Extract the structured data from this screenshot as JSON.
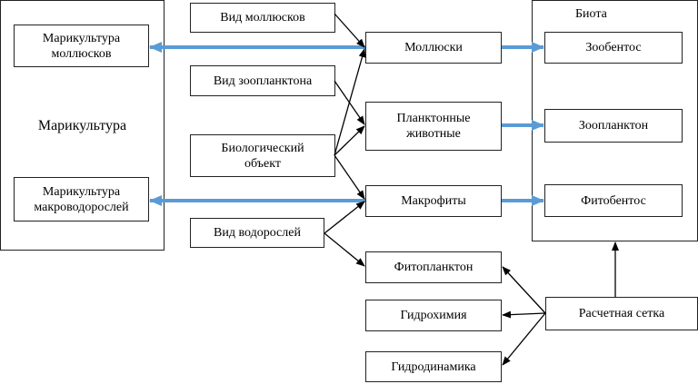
{
  "mariculture": {
    "title": "Марикультура",
    "mollusks": "Марикультура моллюсков",
    "seaweed": "Марикультура макроводорослей"
  },
  "inputs": {
    "mollusk_species": "Вид моллюсков",
    "zooplankton_species": "Вид зоопланктона",
    "biological_object": "Биологический объект",
    "algae_species": "Вид водорослей"
  },
  "models": {
    "mollusks": "Моллюски",
    "plankton_animals": "Планктонные животные",
    "macrophytes": "Макрофиты",
    "phytoplankton": "Фитопланктон",
    "hydrochemistry": "Гидрохимия",
    "hydrodynamics": "Гидродинамика"
  },
  "biota": {
    "title": "Биота",
    "zoobenthos": "Зообентос",
    "zooplankton": "Зоопланктон",
    "phytobenthos": "Фитобентос"
  },
  "grid": "Расчетная сетка",
  "colors": {
    "blue_arrow": "#5b9bd5",
    "black_arrow": "#000000"
  }
}
